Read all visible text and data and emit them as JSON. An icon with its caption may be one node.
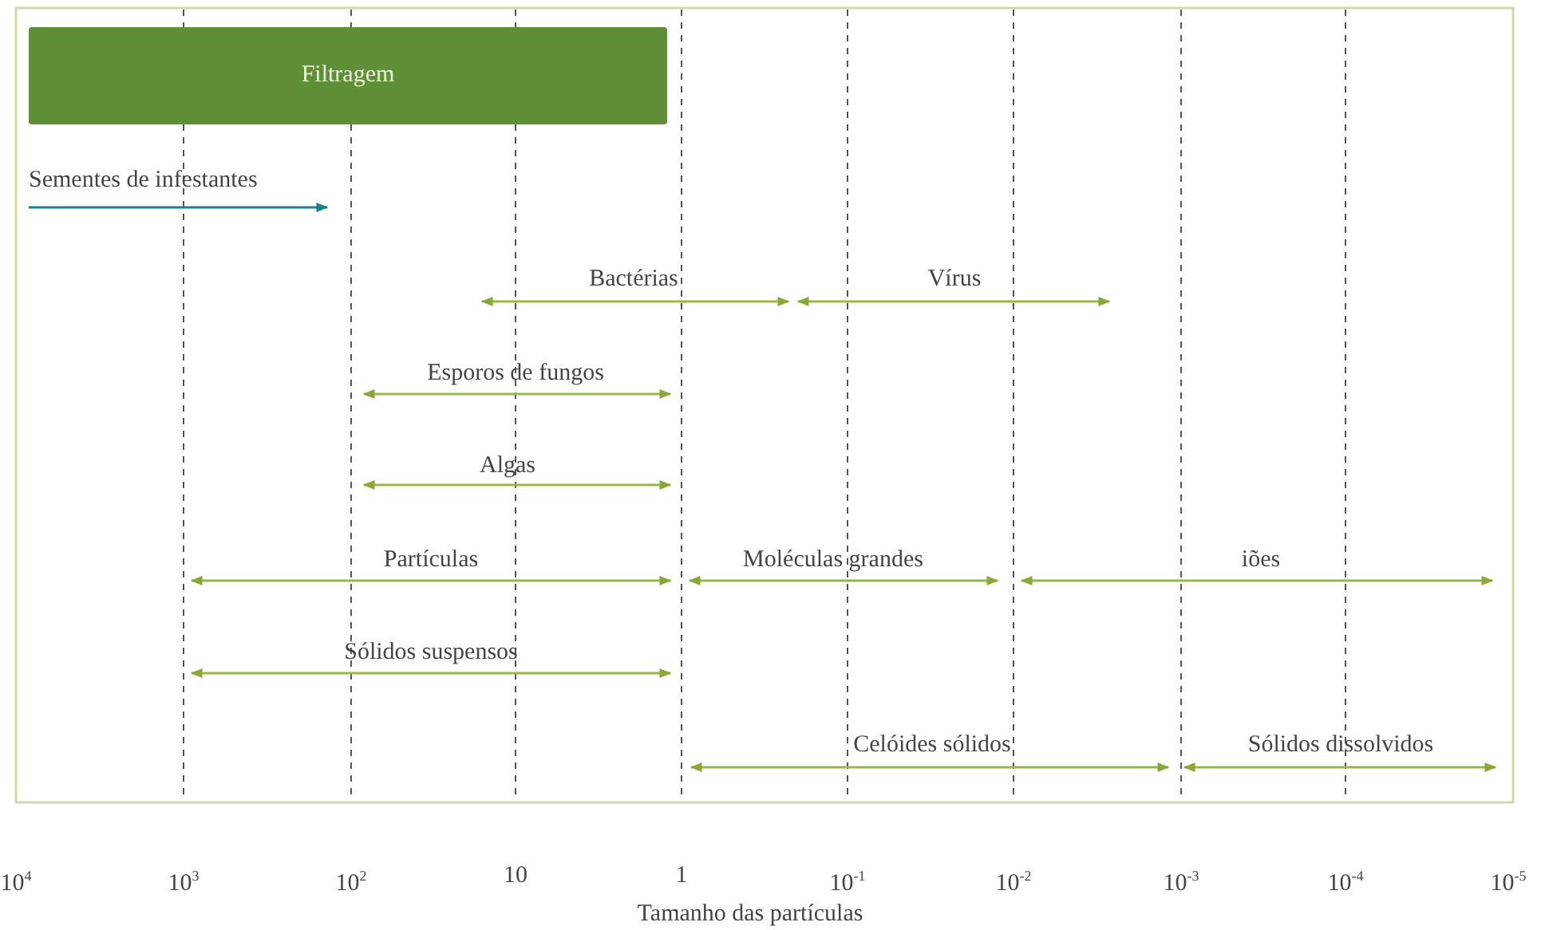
{
  "diagram": {
    "nodes": [
      {
        "text": [
          "Filtragem"
        ]
      }
    ],
    "edges": [],
    "labels": [
      "Sementes de infestantes",
      "Bactérias",
      "Vírus",
      "Esporos de fungos",
      "Algas",
      "Partículas",
      "Moléculas grandes",
      "iões",
      "Sólidos suspensos",
      "Celóides sólidos",
      "Sólidos dissolvidos",
      "10$^{4}$",
      "10$^{3}$",
      "10$^{2}$",
      "10",
      "1",
      "10$^{-1}$",
      "10$^{-2}$",
      "10$^{-3}$",
      "10$^{-4}$",
      "10$^{-5}$",
      "Tamanho das partículas"
    ]
  }
}
